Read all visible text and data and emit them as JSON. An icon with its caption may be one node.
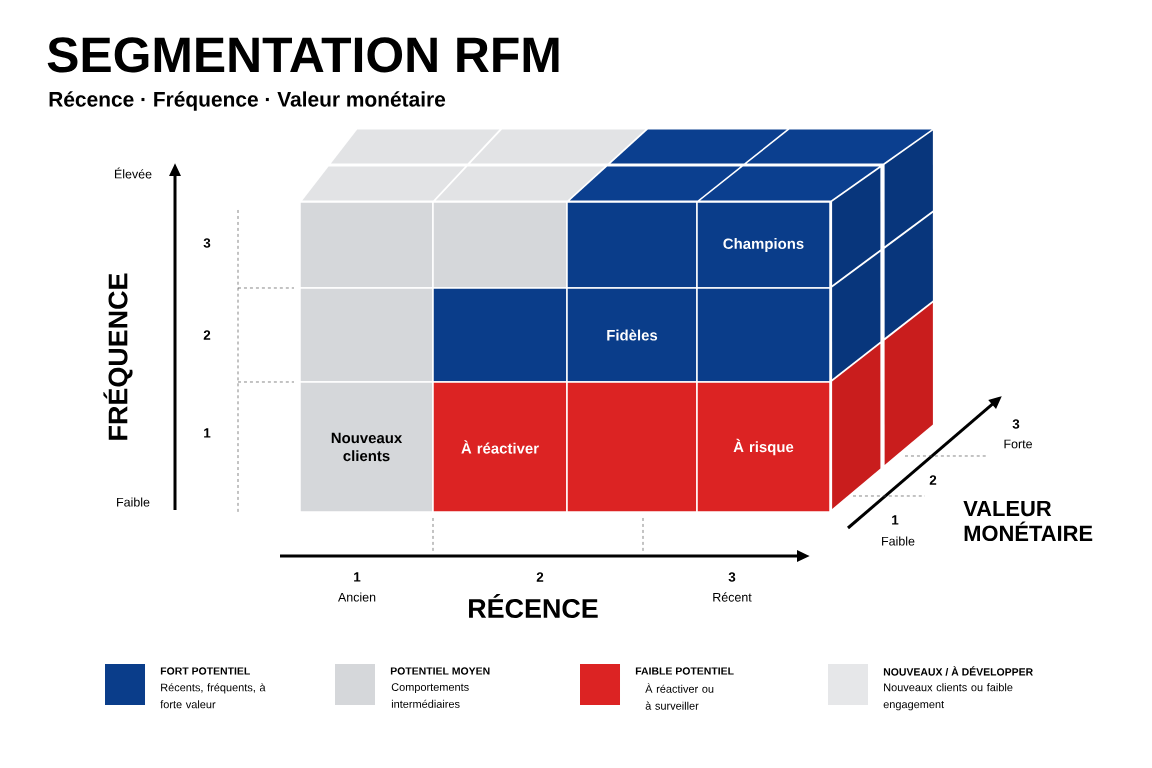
{
  "diagram": {
    "title": "SEGMENTATION RFM",
    "nodes": [
      {
        "text": [],
        "shape": "box"
      },
      {
        "text": [],
        "shape": "box"
      },
      {
        "text": [],
        "shape": "box"
      },
      {
        "text": [],
        "shape": "box"
      },
      {
        "text": [],
        "shape": "box"
      },
      {
        "text": [],
        "shape": "box"
      },
      {
        "text": [],
        "shape": "box"
      },
      {
        "text": [],
        "shape": "box"
      },
      {
        "text": [],
        "shape": "box"
      },
      {
        "text": [],
        "shape": "box"
      },
      {
        "text": [],
        "shape": "box"
      },
      {
        "text": [
          "Champions"
        ]
      },
      {
        "text": [],
        "shape": "box"
      },
      {
        "text": [],
        "shape": "box"
      },
      {
        "text": [
          "Fidèles"
        ]
      },
      {
        "text": [],
        "shape": "box"
      },
      {
        "text": [
          "Nouveaux clients"
        ]
      },
      {
        "text": [
          "À réactiver"
        ]
      },
      {
        "text": [],
        "shape": "box"
      },
      {
        "text": [
          "À risque"
        ]
      },
      {
        "text": [],
        "shape": "box"
      },
      {
        "text": [],
        "shape": "box"
      },
      {
        "text": [],
        "shape": "box"
      },
      {
        "text": [],
        "shape": "box"
      },
      {
        "text": [],
        "shape": "box"
      },
      {
        "text": [],
        "shape": "box"
      }
    ],
    "labels": [
      "Récence · Fréquence · Valeur monétaire",
      "Élevée",
      "3",
      "2",
      "1",
      "Faible",
      "FRÉQUENCE",
      "1",
      "Ancien",
      "2",
      "RÉCENCE",
      "3",
      "Récent",
      "3",
      "Forte",
      "2",
      "1",
      "Faible",
      "VALEUR MONÉTAIRE",
      "Récents, fréquents, à forte valeur",
      "Comportements intermédiaires",
      "À réactiver ou à surveiller",
      "Nouveaux clients ou faible engagement"
    ],
    "legend": [
      {
        "text": "FORT POTENTIEL",
        "color": "#0a3d8a"
      },
      {
        "text": "POTENTIEL MOYEN",
        "color": "#d5d7da"
      },
      {
        "text": "FAIBLE POTENTIEL",
        "color": "#dc2323"
      },
      {
        "text": "NOUVEAUX / À DÉVELOPPER",
        "color": "#e6e7e9"
      }
    ]
  }
}
